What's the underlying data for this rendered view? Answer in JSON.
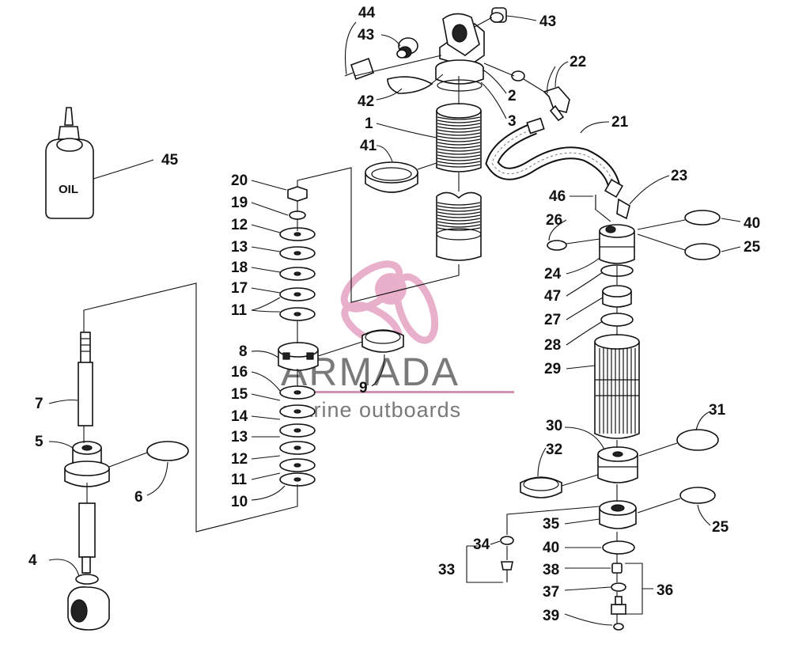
{
  "diagram": {
    "bottle_label": "OIL",
    "watermark": {
      "brand": "ARMADA",
      "tagline": "marine outboards",
      "logo_color": "#e7a8c6",
      "line_color": "#cc88aa"
    },
    "labels": {
      "l44": "44",
      "l43a": "43",
      "l43b": "43",
      "l22": "22",
      "l42": "42",
      "l2": "2",
      "l3": "3",
      "l1": "1",
      "l21": "21",
      "l41": "41",
      "l45": "45",
      "l20": "20",
      "l19": "19",
      "l12a": "12",
      "l13a": "13",
      "l18": "18",
      "l17": "17",
      "l11a": "11",
      "l23": "23",
      "l46": "46",
      "l26": "26",
      "l40a": "40",
      "l25a": "25",
      "l24": "24",
      "l47": "47",
      "l27": "27",
      "l28": "28",
      "l29": "29",
      "l8": "8",
      "l16": "16",
      "l9": "9",
      "l15": "15",
      "l14": "14",
      "l13b": "13",
      "l12b": "12",
      "l11b": "11",
      "l10": "10",
      "l7": "7",
      "l5": "5",
      "l6": "6",
      "l4": "4",
      "l30": "30",
      "l31": "31",
      "l32": "32",
      "l35": "35",
      "l25b": "25",
      "l34": "34",
      "l33": "33",
      "l40b": "40",
      "l38": "38",
      "l37": "37",
      "l36": "36",
      "l39": "39"
    }
  }
}
